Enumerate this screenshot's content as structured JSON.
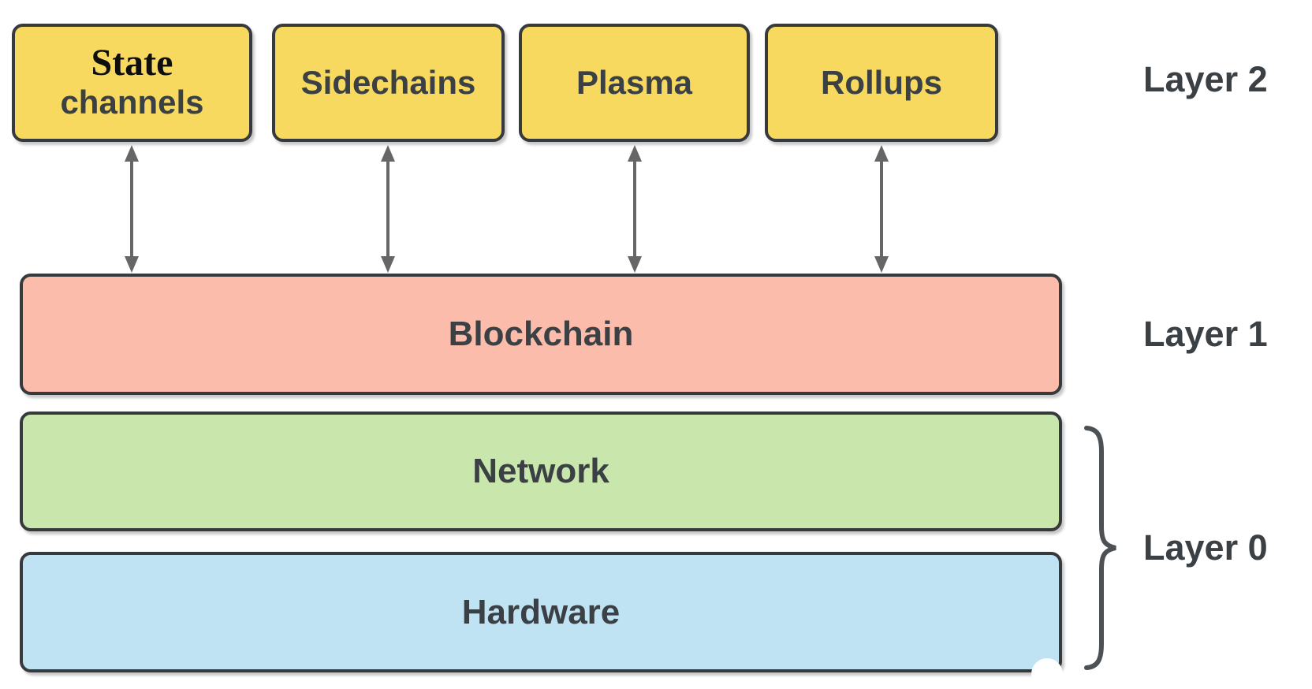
{
  "diagram": {
    "layer2": {
      "label": "Layer 2",
      "boxes": [
        {
          "line1": "State",
          "line2": "channels"
        },
        {
          "label": "Sidechains"
        },
        {
          "label": "Plasma"
        },
        {
          "label": "Rollups"
        }
      ]
    },
    "layer1": {
      "label": "Layer 1",
      "box": {
        "label": "Blockchain"
      }
    },
    "layer0": {
      "label": "Layer 0",
      "boxes": [
        {
          "label": "Network"
        },
        {
          "label": "Hardware"
        }
      ]
    },
    "colors": {
      "layer2_box_fill": "#F6D95E",
      "layer1_box_fill": "#FBBCAB",
      "network_box_fill": "#C9E7AD",
      "hardware_box_fill": "#C0E3F4",
      "box_border": "#363A3D",
      "label_text": "#3B4045",
      "state_serif_text": "#0E0E0E",
      "arrow": "#666666"
    }
  }
}
